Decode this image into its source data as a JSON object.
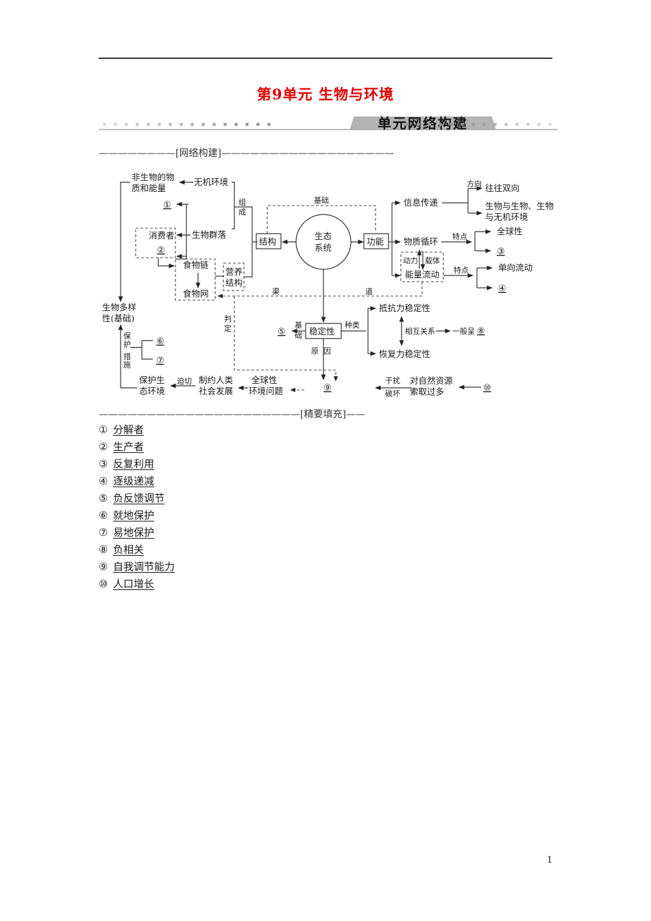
{
  "page": {
    "unit_title": "第9单元  生物与环境",
    "banner_title": "单元网络构建",
    "section_network": "————————[网络构建]——————————————————",
    "section_fill": "—————————————————————[精要填充]——",
    "page_number": "1"
  },
  "diagram": {
    "nodes": {
      "abiotic_matter": [
        "非生物的物",
        "质和能量"
      ],
      "inorganic_env": "无机环境",
      "blank1": "①",
      "consumer": "消费者",
      "blank2": "②",
      "community": "生物群落",
      "compose": [
        "组",
        "成"
      ],
      "food_chain": "食物链",
      "food_web": "食物网",
      "trophic_structure": [
        "营养",
        "结构"
      ],
      "structure": "结构",
      "ecosystem": [
        "生态",
        "系统"
      ],
      "function": "功能",
      "basis_top": "基础",
      "info_transfer": "信息传递",
      "direction": "方向",
      "bidirectional": "往往双向",
      "between": [
        "生物与生物、生物",
        "与无机环境"
      ],
      "matter_cycle": "物质循环",
      "feature1": "特点",
      "global": "全球性",
      "blank3": "③",
      "power": "动力",
      "carrier": "载体",
      "energy_flow": "能量流动",
      "feature2": "特点",
      "one_way": "单向流动",
      "blank4": "④",
      "channel_1": "渠",
      "channel_2": "道",
      "biodiversity": [
        "生物多样",
        "性(基础)"
      ],
      "protect_measures": [
        "保",
        "护",
        "措",
        "施"
      ],
      "blank6": "⑥",
      "blank7": "⑦",
      "judge": [
        "判",
        "定"
      ],
      "stability": "稳定性",
      "basis_left": [
        "基",
        "础"
      ],
      "blank5": "⑤",
      "kinds": "种类",
      "resistance": "抵抗力稳定性",
      "resilience": "恢复力稳定性",
      "relation": "相互关系",
      "generally": "一般呈",
      "blank8": "⑧",
      "reason": "原  因",
      "blank9": "⑨",
      "protect_eco": [
        "保护生",
        "态环境"
      ],
      "urgent": "迫切",
      "restrict": [
        "制约人类",
        "社会发展"
      ],
      "global_issues": [
        "全球性",
        "环境问题"
      ],
      "interfere": "干扰",
      "destroy": "破坏",
      "over_extract": [
        "对自然资源",
        "索取过多"
      ],
      "blank10": "⑩"
    }
  },
  "answers": [
    {
      "num": "①",
      "text": "分解者"
    },
    {
      "num": "②",
      "text": "生产者"
    },
    {
      "num": "③",
      "text": "反复利用"
    },
    {
      "num": "④",
      "text": "逐级递减"
    },
    {
      "num": "⑤",
      "text": "负反馈调节"
    },
    {
      "num": "⑥",
      "text": "就地保护"
    },
    {
      "num": "⑦",
      "text": "易地保护"
    },
    {
      "num": "⑧",
      "text": "负相关"
    },
    {
      "num": "⑨",
      "text": "自我调节能力"
    },
    {
      "num": "⑩",
      "text": "人口增长"
    }
  ]
}
